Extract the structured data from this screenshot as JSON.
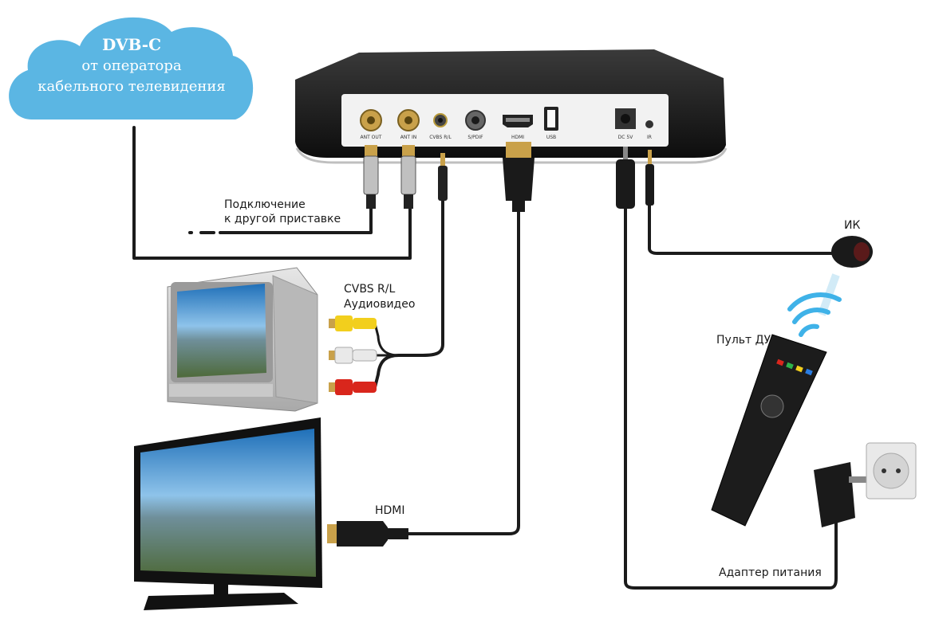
{
  "cloud": {
    "title": "DVB-C",
    "line2": "от оператора",
    "line3": "кабельного телевидения"
  },
  "ports": {
    "ant_out": "ANT OUT",
    "ant_in": "ANT IN",
    "cvbs": "CVBS R/L",
    "spdif": "S/PDIF",
    "hdmi": "HDMI",
    "usb": "USB",
    "dc": "DC 5V",
    "ir": "IR"
  },
  "labels": {
    "connection_line1": "Подключение",
    "connection_line2": "к другой приставке",
    "cvbs_line1": "CVBS R/L",
    "cvbs_line2": "Аудиовидео",
    "ir_sensor": "ИК",
    "remote": "Пульт ДУ",
    "hdmi": "HDMI",
    "power_adapter": "Адаптер питания"
  },
  "colors": {
    "cloud": "#5bb6e3",
    "cable": "#1b1b1b",
    "gold": "#c9a14a",
    "rca_yellow": "#f2cf1d",
    "rca_white": "#e9e9e9",
    "rca_red": "#d9261c",
    "wifi": "#3fb2e8"
  }
}
